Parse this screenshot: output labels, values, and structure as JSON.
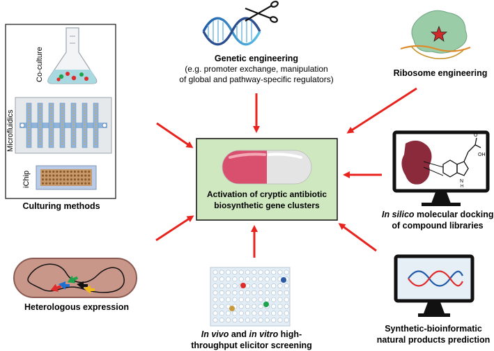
{
  "center": {
    "line1": "Activation of cryptic antibiotic",
    "line2": "biosynthetic gene clusters",
    "colors": {
      "box_fill": "#cfe8c0",
      "box_border": "#1a1a1a",
      "pill_left": "#d9506e",
      "pill_right": "#e2e2e2"
    }
  },
  "culturing": {
    "title": "Culturing methods",
    "coculture_label": "Co-culture",
    "microfluidics_label": "Microfluidics",
    "ichip_label": "iChip"
  },
  "genetic": {
    "title": "Genetic engineering",
    "sub1": "(e.g. promoter exchange,  manipulation",
    "sub2": "of global and pathway-specific regulators)"
  },
  "ribosome": {
    "title": "Ribosome engineering"
  },
  "insilico": {
    "line1_italic": "In silico",
    "line1_rest": " molecular docking",
    "line2": "of compound libraries",
    "oh_label": "OH",
    "nh_label": "N",
    "h_label": "H",
    "o_label": "O"
  },
  "heterologous": {
    "title": "Heterologous expression"
  },
  "elicitor": {
    "line1_italic_a": "In vivo",
    "line1_mid": " and ",
    "line1_italic_b": "in vitro",
    "line1_rest": " high-",
    "line2": "throughput elicitor screening"
  },
  "synthetic": {
    "line1": "Synthetic-bioinformatic",
    "line2": "natural products prediction"
  },
  "arrow_color": "#e8231e"
}
